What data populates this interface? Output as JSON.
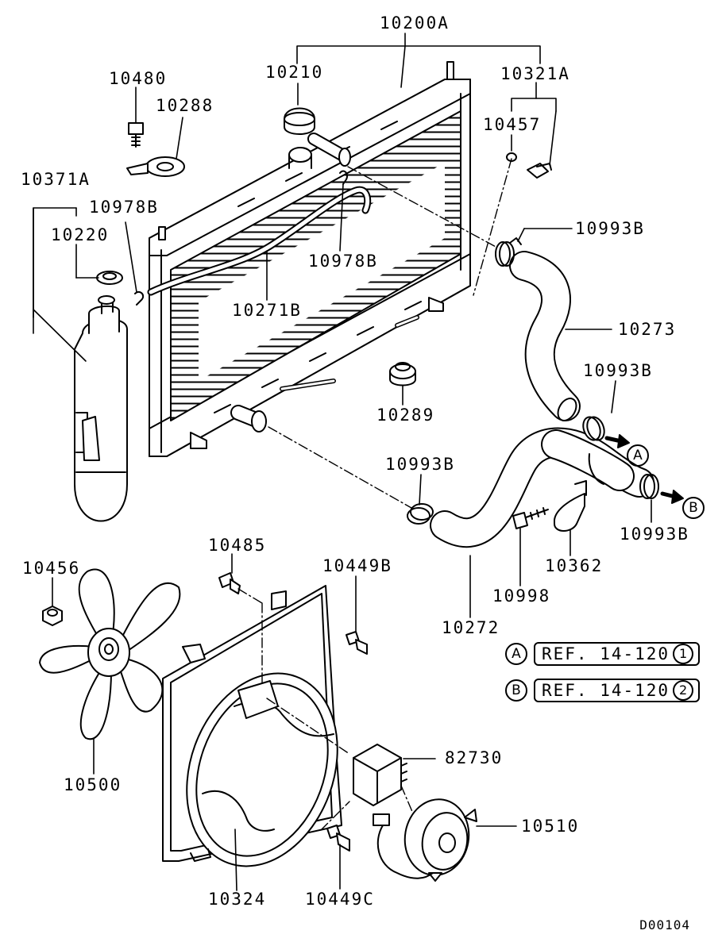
{
  "labels": {
    "p10200A": "10200A",
    "p10210": "10210",
    "p10321A": "10321A",
    "p10480": "10480",
    "p10288": "10288",
    "p10457": "10457",
    "p10371A": "10371A",
    "p10978B_a": "10978B",
    "p10220": "10220",
    "p10993B_a": "10993B",
    "p10978B_b": "10978B",
    "p10271B": "10271B",
    "p10273": "10273",
    "p10993B_b": "10993B",
    "p10289": "10289",
    "p10993B_c": "10993B",
    "p10993B_d": "10993B",
    "p10362": "10362",
    "p10485": "10485",
    "p10456": "10456",
    "p10449B": "10449B",
    "p10998": "10998",
    "p10272": "10272",
    "p82730": "82730",
    "p10510": "10510",
    "p10500": "10500",
    "p10324": "10324",
    "p10449C": "10449C"
  },
  "arrows": {
    "a": "A",
    "b": "B"
  },
  "refs": [
    {
      "marker": "A",
      "text": "REF. 14-120",
      "num": "1"
    },
    {
      "marker": "B",
      "text": "REF. 14-120",
      "num": "2"
    }
  ],
  "drawing_code": "D00104"
}
